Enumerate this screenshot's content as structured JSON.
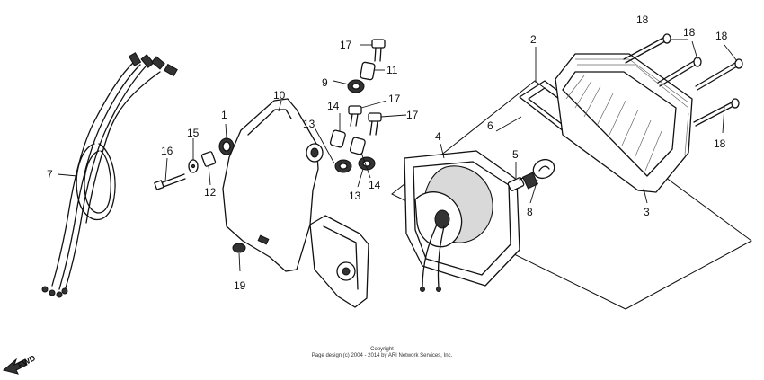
{
  "diagram": {
    "callouts": [
      "1",
      "2",
      "3",
      "4",
      "5",
      "6",
      "7",
      "8",
      "9",
      "10",
      "11",
      "12",
      "13",
      "13",
      "14",
      "14",
      "15",
      "16",
      "17",
      "17",
      "17",
      "18",
      "18",
      "18",
      "18",
      "19"
    ],
    "fwd_label": "FWD"
  },
  "footer": {
    "copyright_line1": "Copyright",
    "copyright_line2": "Page design (c) 2004 - 2014 by ARI Network Services, Inc."
  },
  "colors": {
    "line": "#111111",
    "background": "#ffffff",
    "shade": "#d9d9d9"
  }
}
